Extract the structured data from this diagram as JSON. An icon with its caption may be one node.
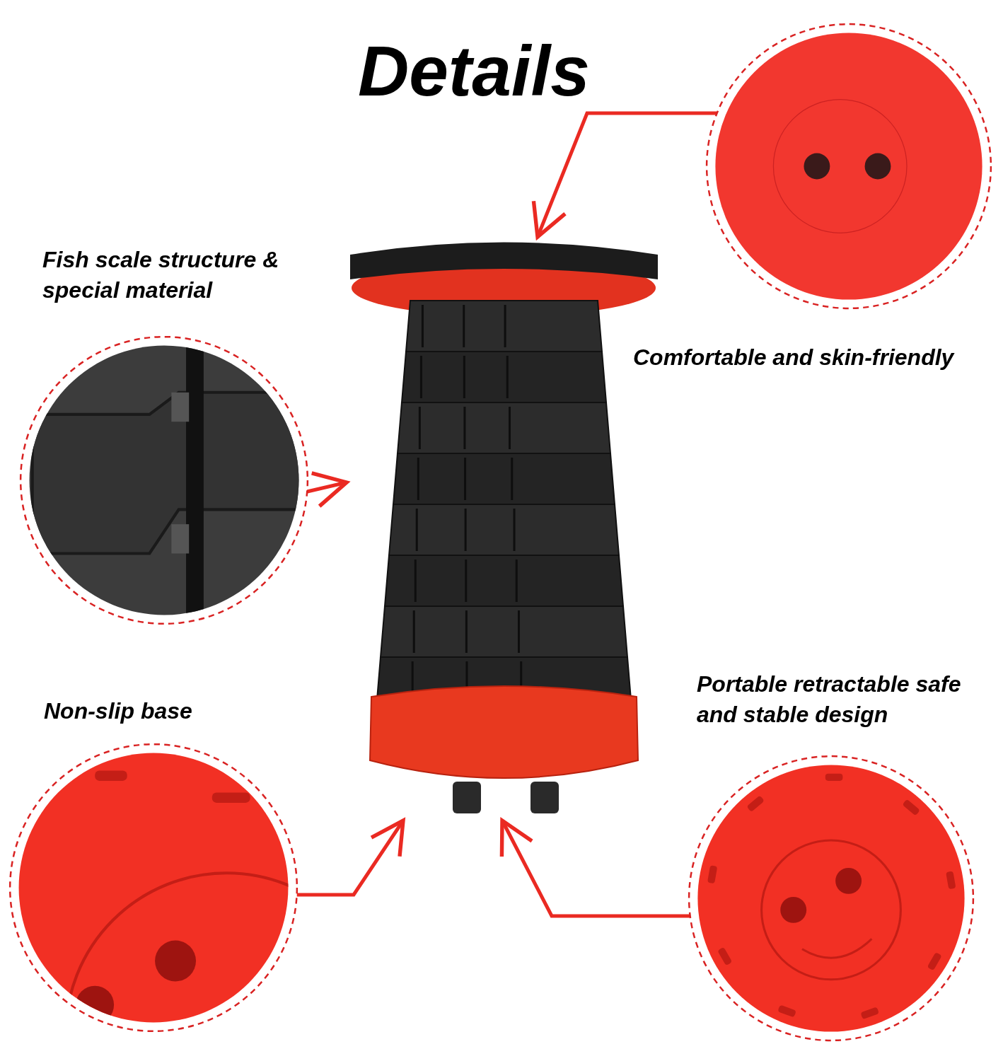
{
  "diagram": {
    "title": "Details",
    "nodes": [
      {
        "text": [],
        "shape": "picture"
      },
      {
        "text": [],
        "shape": "picture"
      },
      {
        "text": [],
        "shape": "picture"
      },
      {
        "text": [],
        "shape": "picture"
      },
      {
        "text": [],
        "shape": "picture"
      }
    ],
    "edges": [
      {
        "from": 1,
        "to": 0,
        "arrow": "to",
        "color": "#ea2a22"
      },
      {
        "from": 2,
        "to": 0,
        "arrow": "to",
        "color": "#ea2a22"
      },
      {
        "from": 3,
        "to": 0,
        "arrow": "to",
        "color": "#ea2a22"
      },
      {
        "from": 4,
        "to": 0,
        "arrow": "to",
        "color": "#ea2a22"
      }
    ],
    "labels": [
      "Fish scale structure & special material",
      "Comfortable and skin-friendly",
      "Non-slip base",
      "Portable retractable safe and stable design"
    ]
  }
}
